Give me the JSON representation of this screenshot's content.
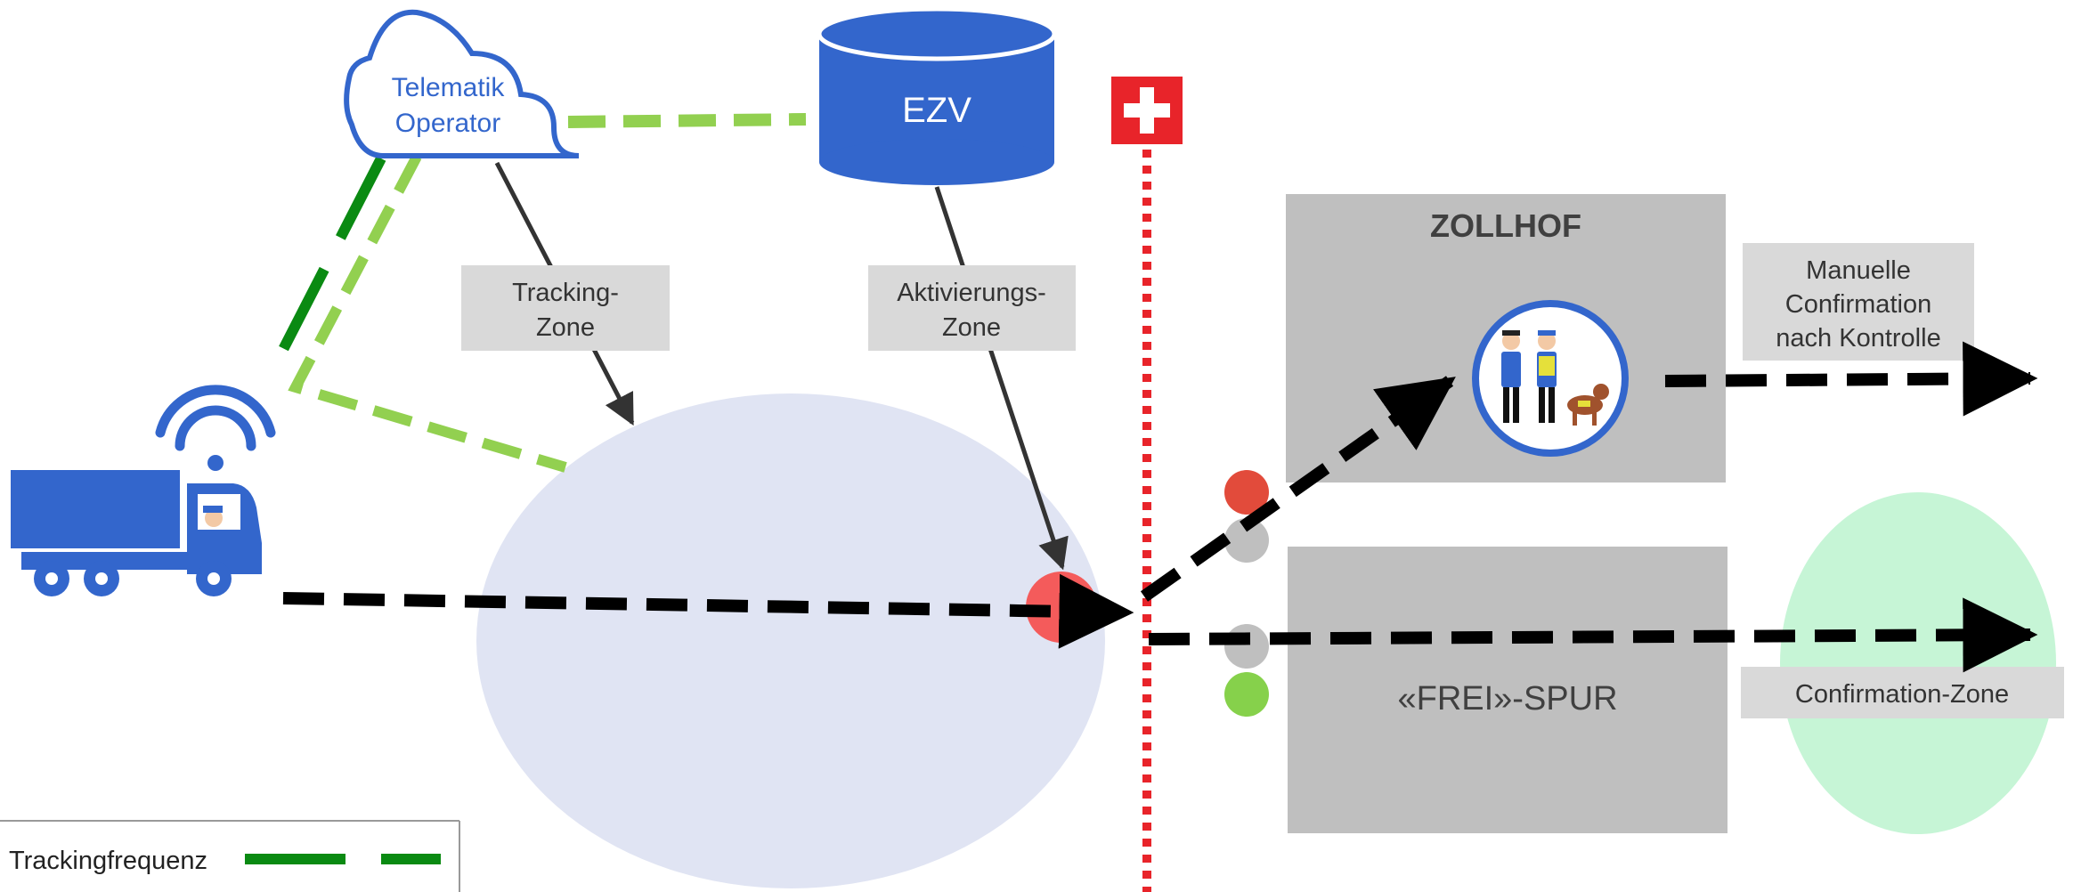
{
  "cloud": {
    "line1": "Telematik",
    "line2": "Operator"
  },
  "database": {
    "label": "EZV"
  },
  "labels": {
    "tracking_zone_1": "Tracking-",
    "tracking_zone_2": "Zone",
    "activation_zone_1": "Aktivierungs-",
    "activation_zone_2": "Zone",
    "zollhof": "ZOLLHOF",
    "manual_1": "Manuelle",
    "manual_2": "Confirmation",
    "manual_3": "nach Kontrolle",
    "frei_spur": "«FREI»-SPUR",
    "confirmation_zone": "Confirmation-Zone"
  },
  "legend": {
    "label": "Trackingfrequenz"
  },
  "colors": {
    "blue": "#3366cc",
    "light_green": "#92d050",
    "dark_green": "#0a8a12",
    "red": "#e8242a",
    "grey_box": "#bfbfbf",
    "label_box": "#d9d9d9",
    "tracking_zone": "#e0e4f3",
    "confirmation_zone": "#c6f5d6",
    "activation_dot": "#f45b5b"
  },
  "icons": [
    "cloud-icon",
    "database-icon",
    "swiss-flag-icon",
    "truck-icon",
    "wifi-icon",
    "traffic-light-icon",
    "customs-officers-icon",
    "dog-icon"
  ]
}
